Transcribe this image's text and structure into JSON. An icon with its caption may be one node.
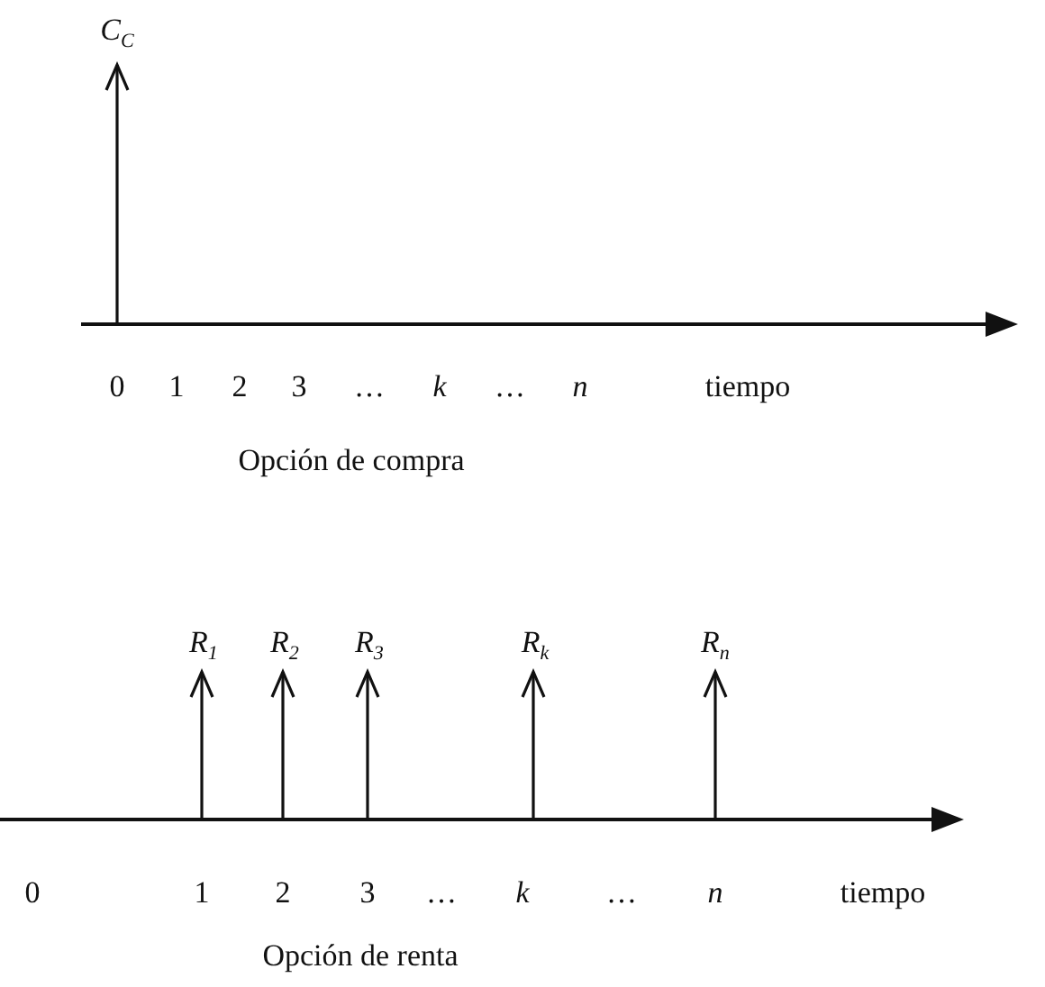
{
  "diagram": {
    "labels": [
      "C$_{C}$",
      "0",
      "1",
      "2",
      "3",
      "…",
      "k",
      "…",
      "n",
      "tiempo",
      "Opción de compra",
      "R$_{1}$",
      "R$_{2}$",
      "R$_{3}$",
      "R$_{k}$",
      "R$_{n}$",
      "0",
      "1",
      "2",
      "3",
      "…",
      "k",
      "…",
      "n",
      "tiempo",
      "Opción de renta"
    ]
  }
}
